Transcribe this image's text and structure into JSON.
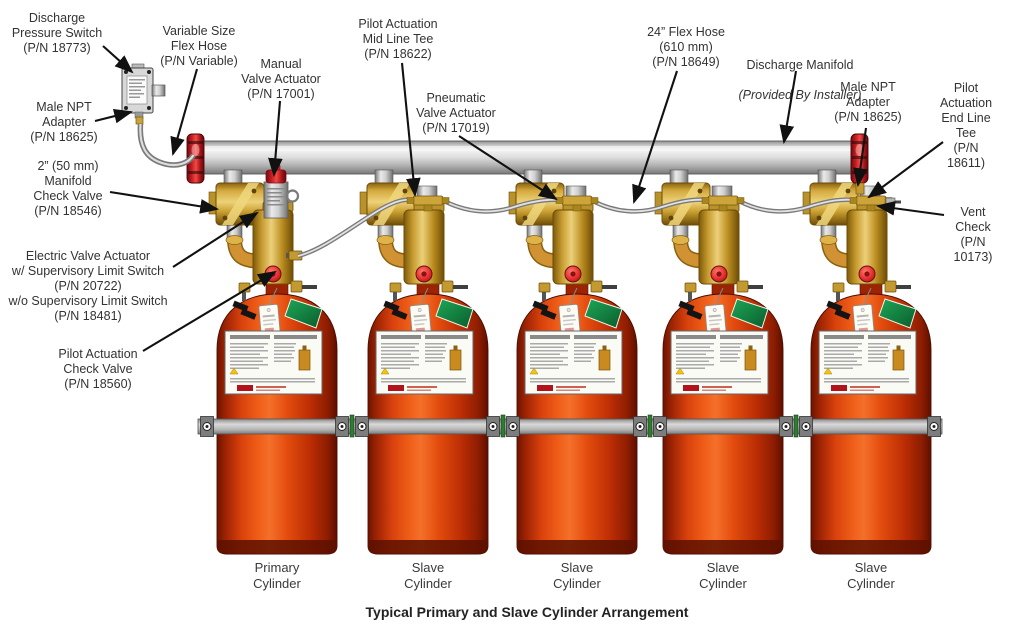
{
  "caption": "Typical Primary and Slave Cylinder Arrangement",
  "callouts": {
    "discharge_pressure_switch": "Discharge\nPressure Switch\n(P/N 18773)",
    "variable_size_flex_hose": "Variable Size\nFlex Hose\n(P/N Variable)",
    "manual_valve_actuator": "Manual\nValve Actuator\n(P/N 17001)",
    "pilot_actuation_mid_line_tee": "Pilot Actuation\nMid Line Tee\n(P/N 18622)",
    "pneumatic_valve_actuator": "Pneumatic\nValve Actuator\n(P/N 17019)",
    "flex_hose_24in": "24” Flex Hose\n(610 mm)\n(P/N 18649)",
    "discharge_manifold_line1": "Discharge Manifold",
    "discharge_manifold_line2": "(Provided By Installer)",
    "male_npt_adapter_right": "Male NPT\nAdapter\n(P/N 18625)",
    "pilot_actuation_end_line_tee": "Pilot\nActuation\nEnd Line\nTee\n(P/N 18611)",
    "vent_check": "Vent Check\n(P/N 10173)",
    "male_npt_adapter_left": "Male NPT\nAdapter\n(P/N 18625)",
    "manifold_check_valve": "2” (50 mm)\nManifold\nCheck Valve\n(P/N 18546)",
    "electric_valve_actuator": "Electric Valve Actuator\nw/ Supervisory Limit Switch\n(P/N 20722)\nw/o Supervisory Limit Switch\n(P/N 18481)",
    "pilot_actuation_check_valve": "Pilot Actuation\nCheck Valve\n(P/N 18560)"
  },
  "cylinders": [
    {
      "label": "Primary\nCylinder"
    },
    {
      "label": "Slave\nCylinder"
    },
    {
      "label": "Slave\nCylinder"
    },
    {
      "label": "Slave\nCylinder"
    },
    {
      "label": "Slave\nCylinder"
    }
  ],
  "colors": {
    "cylinder_red": "#d8410c",
    "brass_gold": "#caa032",
    "manifold_gray": "#c9c9c9",
    "connector_red": "#c61d24",
    "strap_gray": "#b5b5b5",
    "green_stripe": "#17934a",
    "hose_gray": "#8a8a8a",
    "text": "#333333"
  }
}
